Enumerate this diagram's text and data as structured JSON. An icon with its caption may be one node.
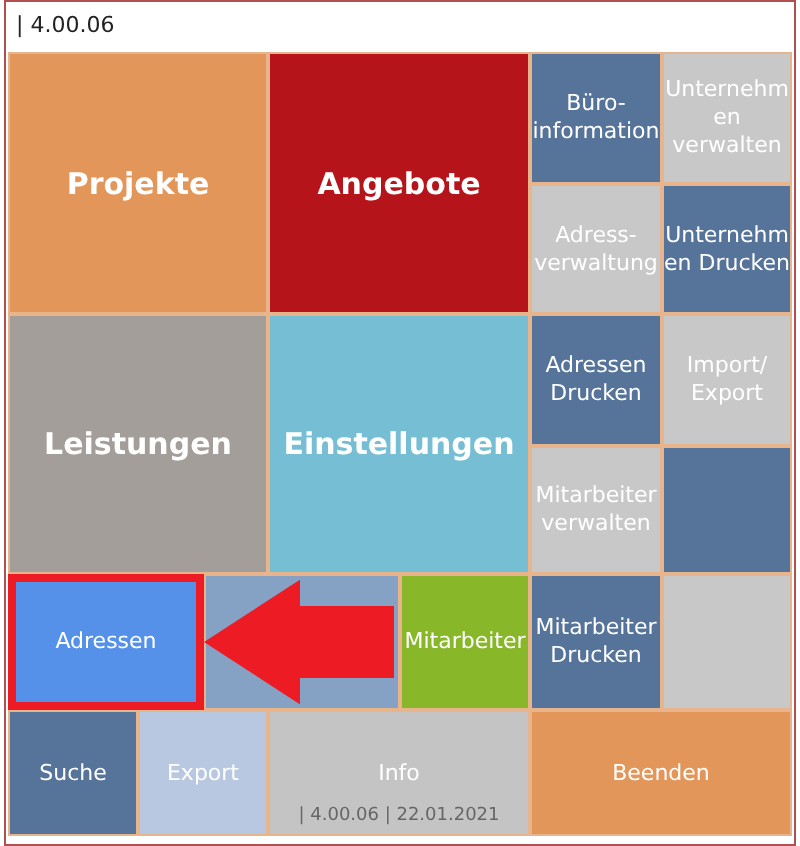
{
  "diagram": {
    "title": "| 4.00.06",
    "nodes": [
      {
        "text": [
          "Projekte"
        ]
      },
      {
        "text": [
          "Angebote"
        ]
      },
      {
        "text": [
          "Büro-information"
        ]
      },
      {
        "text": [
          "Unternehmen verwalten"
        ]
      },
      {
        "text": [
          "Adress-verwaltung"
        ]
      },
      {
        "text": [
          "Unternehmen Drucken"
        ]
      },
      {
        "text": [
          "Leistungen"
        ]
      },
      {
        "text": [
          "Einstellungen"
        ]
      },
      {
        "text": [
          "Adressen Drucken"
        ]
      },
      {
        "text": [
          "Import/ Export"
        ]
      },
      {
        "text": [
          "Mitarbeiter verwalten"
        ]
      },
      {
        "text": [],
        "shape": "box"
      },
      {
        "text": [
          "Adressen"
        ]
      },
      {
        "text": [],
        "shape": "box"
      },
      {
        "text": [
          "Mitarbeiter"
        ]
      },
      {
        "text": [
          "Mitarbeiter Drucken"
        ]
      },
      {
        "text": [],
        "shape": "box"
      },
      {
        "text": [
          "Suche"
        ]
      },
      {
        "text": [
          "Export"
        ]
      },
      {
        "text": [
          "Info",
          "| 4.00.06 | 22.01.2021"
        ]
      },
      {
        "text": [
          "Beenden"
        ]
      }
    ],
    "edges": [
      {
        "from": 13,
        "to": 12,
        "arrow": "to",
        "color": "#ed1c24"
      }
    ]
  }
}
